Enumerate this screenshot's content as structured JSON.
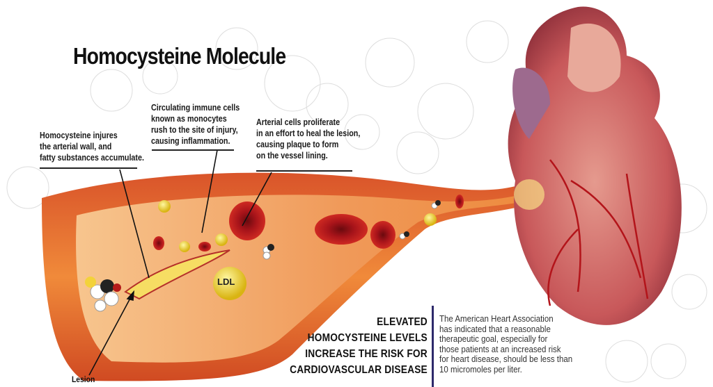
{
  "title": "Homocysteine Molecule",
  "callouts": [
    {
      "lines": [
        "Homocysteine injures",
        "the arterial wall, and",
        "fatty substances accumulate."
      ]
    },
    {
      "lines": [
        "Circulating immune cells",
        "known as monocytes",
        "rush to the site of injury,",
        "causing inflammation."
      ]
    },
    {
      "lines": [
        "Arterial cells proliferate",
        "in an effort to heal the lesion,",
        "causing plaque to form",
        "on the vessel lining."
      ]
    }
  ],
  "lesion_label": "Lesion",
  "ldl_label": "LDL",
  "headline": [
    "ELEVATED",
    "HOMOCYSTEINE LEVELS",
    "INCREASE THE RISK FOR",
    "CARDIOVASCULAR DISEASE"
  ],
  "aha_note": [
    "The American Heart Association",
    "has indicated that a reasonable",
    "therapeutic goal, especially for",
    "those patients at an increased risk",
    "for heart disease, should be less than",
    "10 micromoles per liter."
  ],
  "colors": {
    "artery_outer": "#e8722a",
    "artery_inner": "#f4b27a",
    "blood_cell": "#b8161a",
    "heart": "#c9575a",
    "plaque": "#f3d23a",
    "divider": "#2e2a6b"
  }
}
